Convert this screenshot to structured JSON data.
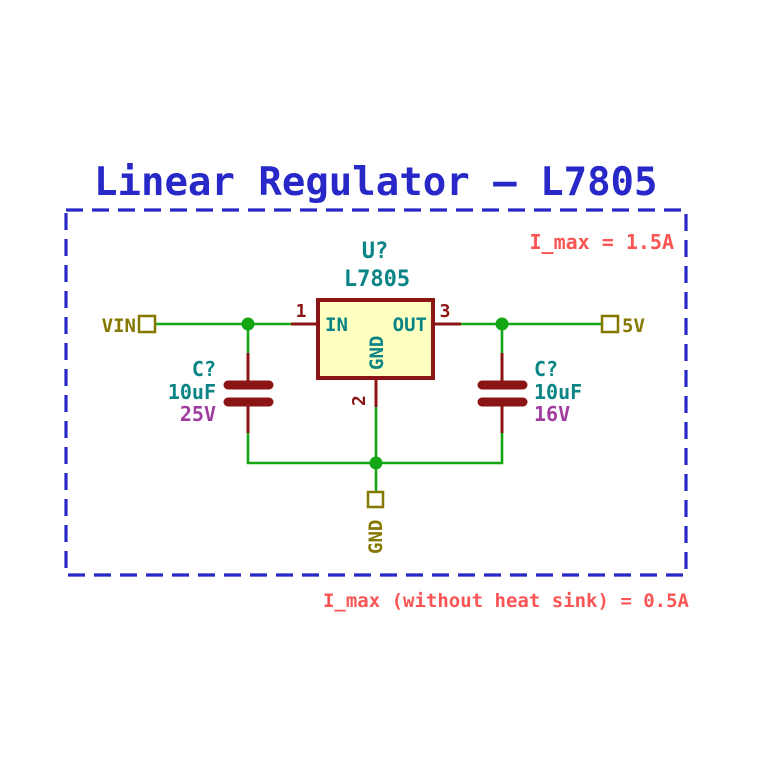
{
  "title": "Linear Regulator – L7805",
  "notes": {
    "i_max_top": "I_max = 1.5A",
    "i_max_bottom": "I_max (without heat sink) = 0.5A"
  },
  "regulator": {
    "reference": "U?",
    "value": "L7805",
    "pins": {
      "in": {
        "number": "1",
        "name": "IN"
      },
      "gnd": {
        "number": "2",
        "name": "GND"
      },
      "out": {
        "number": "3",
        "name": "OUT"
      }
    }
  },
  "capacitors": {
    "input": {
      "reference": "C?",
      "value": "10uF",
      "voltage": "25V"
    },
    "output": {
      "reference": "C?",
      "value": "10uF",
      "voltage": "16V"
    }
  },
  "net_labels": {
    "vin": "VIN",
    "vout": "5V",
    "gnd": "GND"
  },
  "colors": {
    "title_blue": "#2828C8",
    "boundary_blue": "#2828C8",
    "note_red": "#FA5555",
    "wire_green": "#14A614",
    "symbol_dark_red": "#8B1414",
    "symbol_fill_yellow": "#FFFFC2",
    "field_teal": "#0A8484",
    "net_label_brown": "#857800",
    "voltage_purple": "#A03CA0"
  }
}
